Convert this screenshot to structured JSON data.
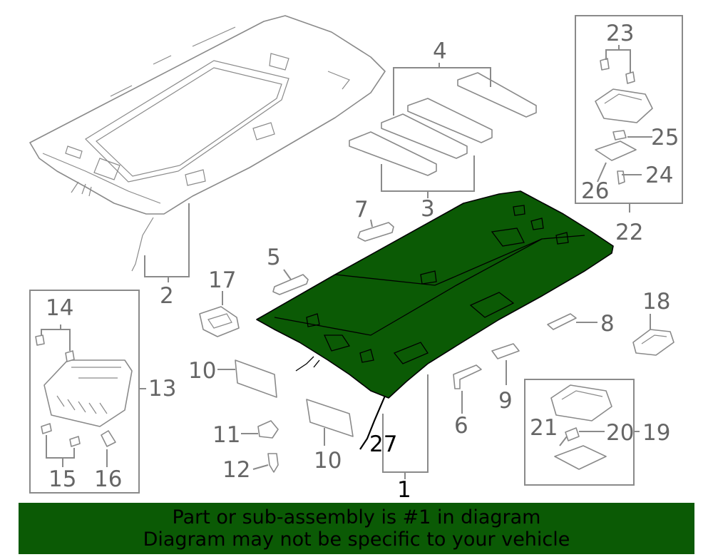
{
  "diagram": {
    "callouts": {
      "c1": "1",
      "c2": "2",
      "c3": "3",
      "c4": "4",
      "c5": "5",
      "c6": "6",
      "c7": "7",
      "c8": "8",
      "c9": "9",
      "c10a": "10",
      "c10b": "10",
      "c11": "11",
      "c12": "12",
      "c13": "13",
      "c14": "14",
      "c15": "15",
      "c16": "16",
      "c17": "17",
      "c18": "18",
      "c19": "19",
      "c20": "20",
      "c21": "21",
      "c22": "22",
      "c23": "23",
      "c24": "24",
      "c25": "25",
      "c26": "26",
      "c27": "27"
    },
    "highlight_color": "#0b5a05",
    "line_color": "#8a8a8a"
  },
  "banner": {
    "line1": "Part or sub-assembly is #1 in diagram",
    "line2": "Diagram may not be specific to your vehicle",
    "color": "#0b5a05"
  }
}
